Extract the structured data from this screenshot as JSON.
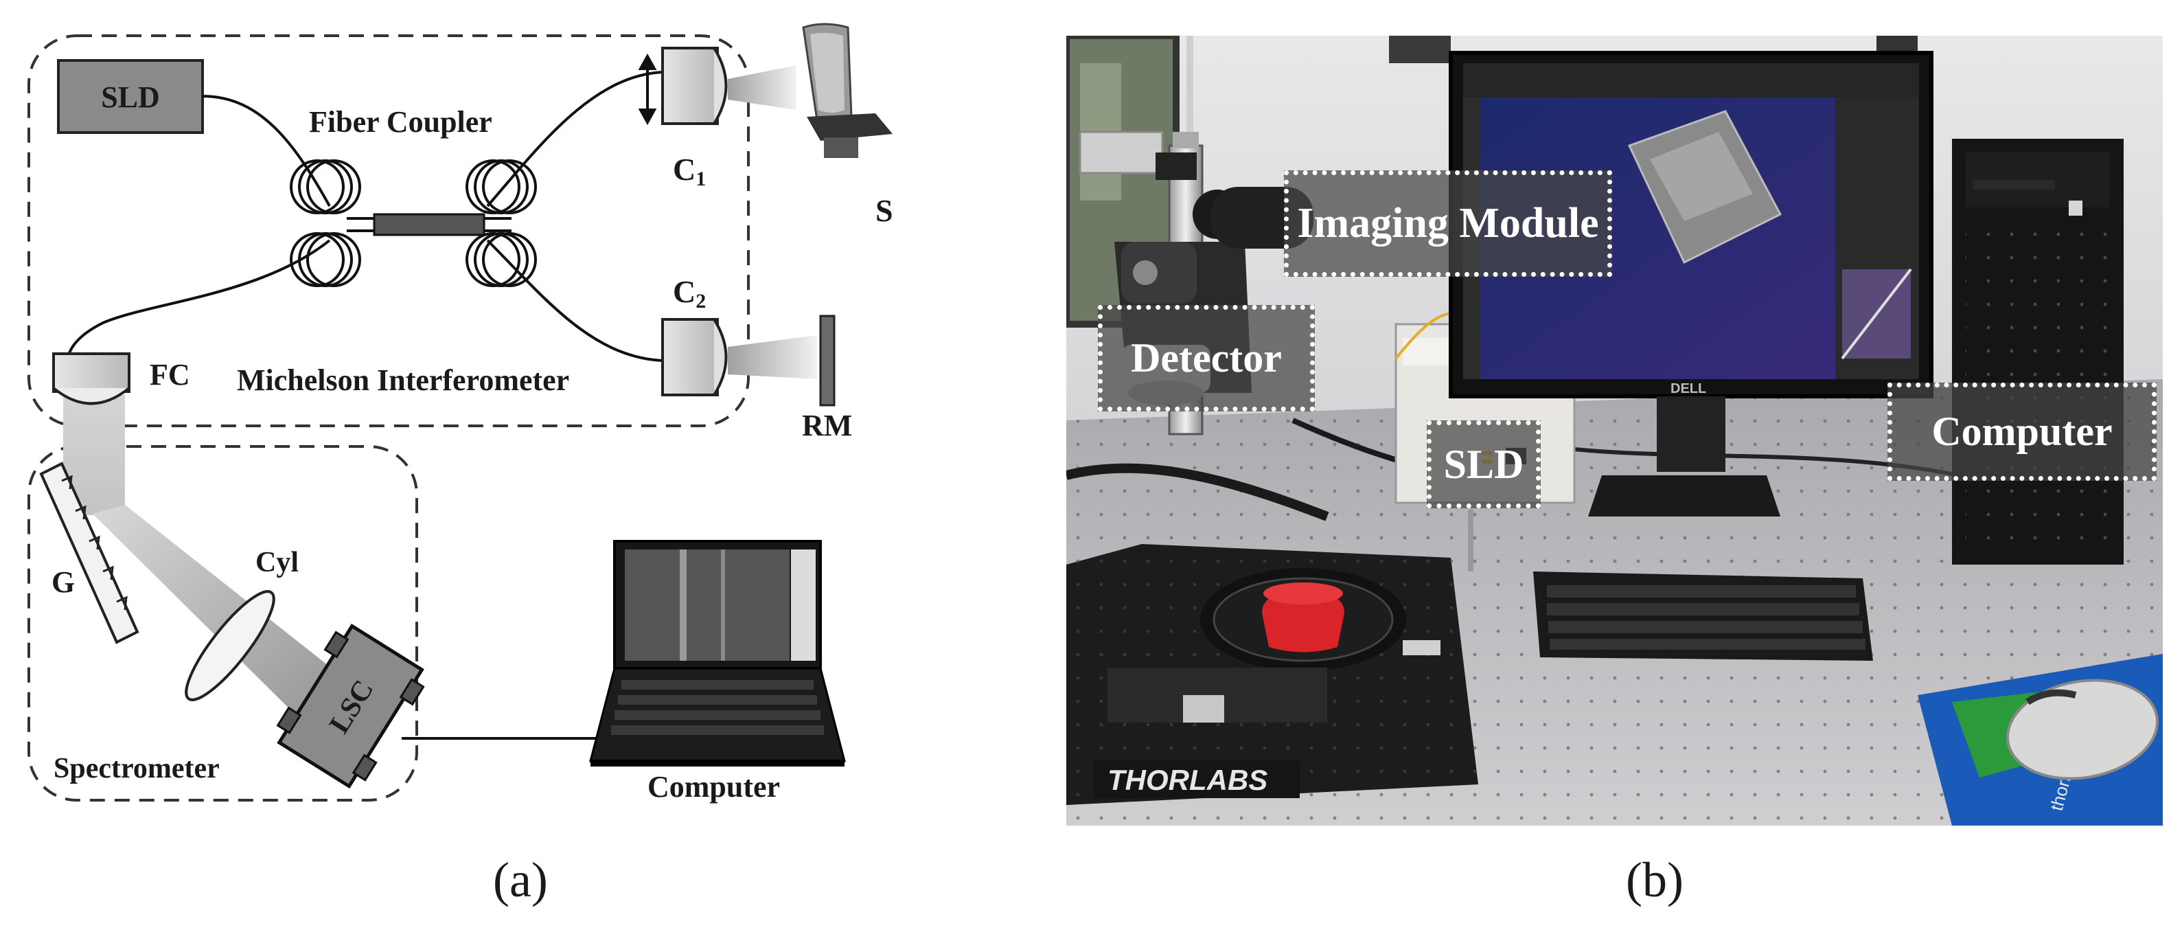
{
  "diagram": {
    "labels": {
      "sld": "SLD",
      "fiber_coupler": "Fiber Coupler",
      "c1_main": "C",
      "c1_sub": "1",
      "c2_main": "C",
      "c2_sub": "2",
      "sample": "S",
      "fc": "FC",
      "michelson": "Michelson Interferometer",
      "rm": "RM",
      "grating": "G",
      "cyl": "Cyl",
      "lsc": "LSC",
      "spectrometer": "Spectrometer",
      "computer": "Computer"
    },
    "caption": "(a)"
  },
  "photo": {
    "labels": {
      "imaging_module": "Imaging Module",
      "detector": "Detector",
      "sld": "SLD",
      "computer": "Computer",
      "monitor_brand": "DELL",
      "stage_brand": "THORLABS",
      "mousepad_text": "thorlabs.com"
    },
    "caption": "(b)"
  }
}
